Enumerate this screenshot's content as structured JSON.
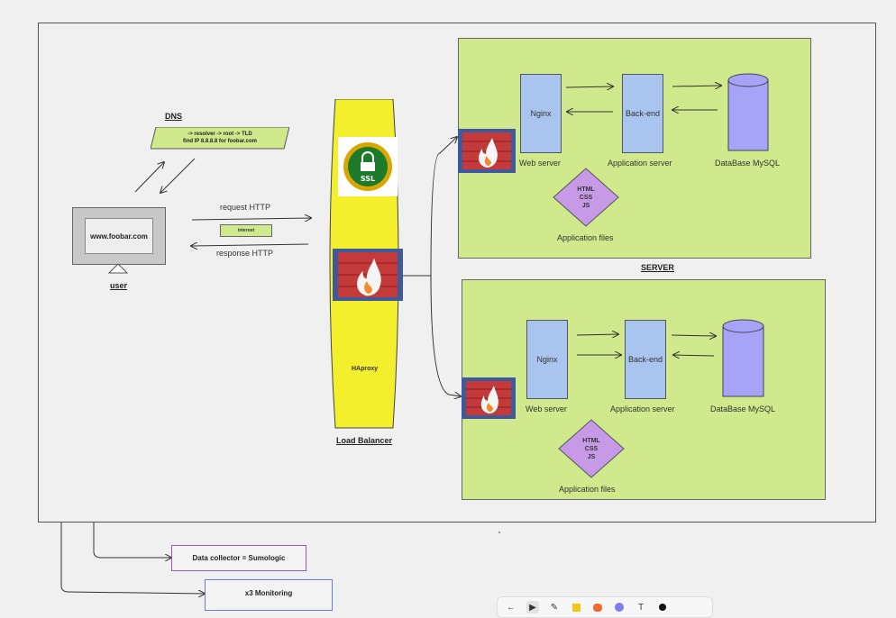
{
  "dns": {
    "title": "DNS",
    "line1": "-> resolver -> root -> TLD",
    "line2": "find IP 8.8.8.8 for foobar.com"
  },
  "user": {
    "screen_text": "www.foobar.com",
    "label": "user"
  },
  "traffic": {
    "request": "request HTTP",
    "internet": "internet",
    "response": "response HTTP"
  },
  "load_balancer": {
    "proxy": "HAproxy",
    "label": "Load Balancer",
    "ssl": "SSL"
  },
  "server_label": "SERVER",
  "servers": [
    {
      "nginx": "Nginx",
      "web_server": "Web server",
      "backend": "Back-end",
      "app_server": "Application server",
      "db": "DataBase MySQL",
      "files_l1": "HTML",
      "files_l2": "CSS",
      "files_l3": "JS",
      "files_label": "Application files"
    },
    {
      "nginx": "Nginx",
      "web_server": "Web server",
      "backend": "Back-end",
      "app_server": "Application server",
      "db": "DataBase MySQL",
      "files_l1": "HTML",
      "files_l2": "CSS",
      "files_l3": "JS",
      "files_label": "Application files"
    }
  ],
  "monitoring": {
    "collector": "Data collector = Sumologic",
    "monitoring": "x3 Monitoring"
  },
  "toolbar": {
    "back": "←",
    "select": "▶",
    "pen": "✎",
    "text": "T"
  },
  "colors": {
    "server_green": "#cfe98c",
    "component_blue": "#a9c4ee",
    "database_purple": "#a7a3f6",
    "files_purple": "#c69ae6",
    "balancer_yellow": "#f4ef2d"
  }
}
